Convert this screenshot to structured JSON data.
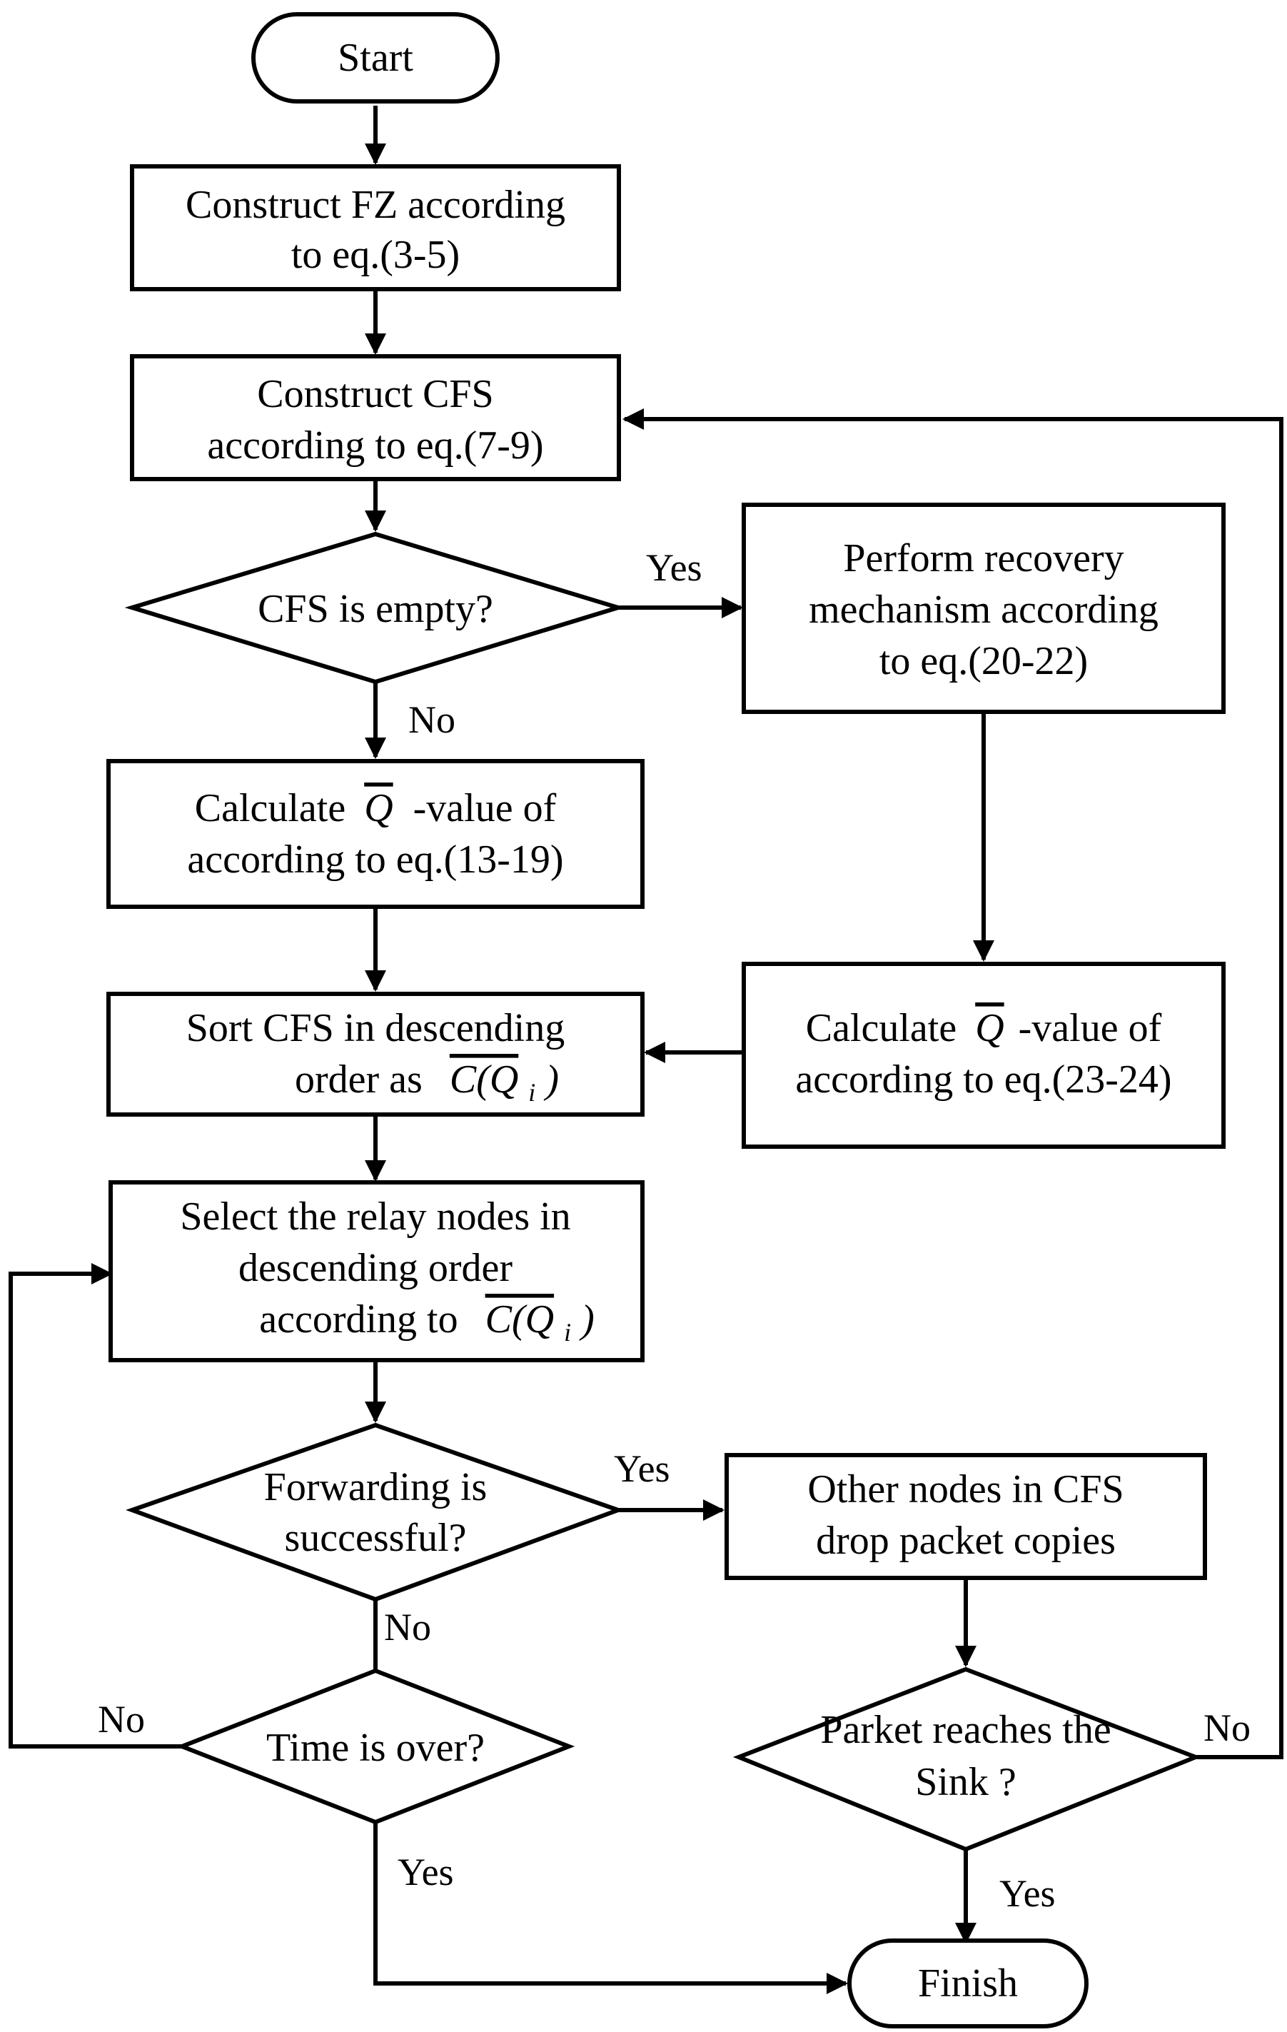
{
  "nodes": {
    "start": "Start",
    "construct_fz": [
      "Construct FZ according",
      "to eq.(3-5)"
    ],
    "construct_cfs": [
      "Construct CFS",
      "according to eq.(7-9)"
    ],
    "cfs_empty": "CFS is empty?",
    "perform_recovery": [
      "Perform recovery",
      "mechanism according",
      "to eq.(20-22)"
    ],
    "calc_q_left": {
      "pre": "Calculate",
      "symbol": "Q",
      "post": "-value of",
      "line2": "according to eq.(13-19)"
    },
    "calc_q_right": {
      "pre": "Calculate",
      "symbol": "Q",
      "post": "-value of",
      "line2": "according to eq.(23-24)"
    },
    "sort_cfs": {
      "line1": "Sort CFS in descending",
      "line2": "order as",
      "expr": "C(Q",
      "sub": "i",
      "close": ")"
    },
    "select_relay": {
      "line1": "Select the relay nodes in",
      "line2": "descending order",
      "line3": "according to",
      "expr": "C(Q",
      "sub": "i",
      "close": ")"
    },
    "forwarding": [
      "Forwarding is",
      "successful?"
    ],
    "other_nodes": [
      "Other nodes in CFS",
      "drop packet copies"
    ],
    "time_over": "Time is over?",
    "packet_sink": [
      "Parket reaches the",
      "Sink ?"
    ],
    "finish": "Finish"
  },
  "edge_labels": {
    "cfs_empty_yes": "Yes",
    "cfs_empty_no": "No",
    "forwarding_yes": "Yes",
    "forwarding_no": "No",
    "time_over_no": "No",
    "time_over_yes": "Yes",
    "sink_no": "No",
    "sink_yes": "Yes"
  }
}
